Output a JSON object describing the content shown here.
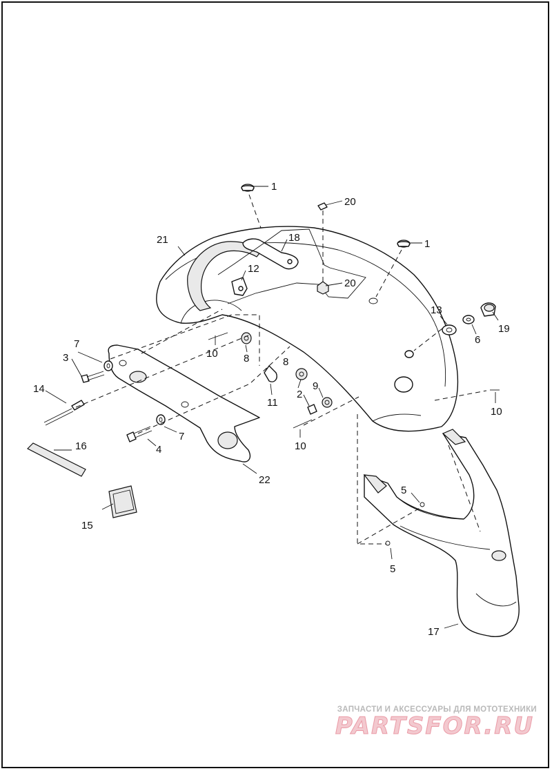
{
  "diagram": {
    "callouts": {
      "c1a": "1",
      "c1b": "1",
      "c2": "2",
      "c3": "3",
      "c4": "4",
      "c5a": "5",
      "c5b": "5",
      "c6": "6",
      "c7a": "7",
      "c7b": "7",
      "c8a": "8",
      "c8b": "8",
      "c9": "9",
      "c10a": "10",
      "c10b": "10",
      "c10c": "10",
      "c11": "11",
      "c12": "12",
      "c13": "13",
      "c14": "14",
      "c15": "15",
      "c16": "16",
      "c17": "17",
      "c18": "18",
      "c19": "19",
      "c20a": "20",
      "c20b": "20",
      "c21": "21",
      "c22": "22"
    }
  },
  "watermark": {
    "tagline": "ЗАПЧАСТИ И АКСЕССУАРЫ ДЛЯ МОТОТЕХНИКИ",
    "logo": "PARTSFOR.RU"
  }
}
